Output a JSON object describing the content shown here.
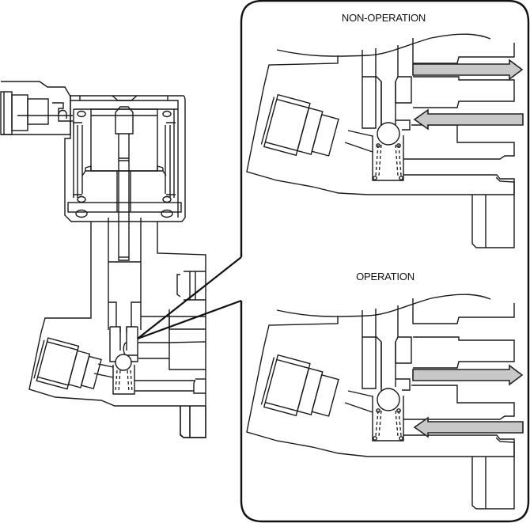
{
  "diagram": {
    "title": "Check valve operation detail",
    "panels": [
      {
        "id": "non-operation",
        "label": "NON-OPERATION",
        "flow": {
          "upper_passage": "outflow",
          "lower_passage": "inflow"
        }
      },
      {
        "id": "operation",
        "label": "OPERATION",
        "flow": {
          "upper_passage": "outflow",
          "lower_passage": "inflow"
        }
      }
    ],
    "colors": {
      "line": "#1a1a1a",
      "arrow_fill": "#c8c8c8",
      "background": "#ffffff"
    }
  }
}
